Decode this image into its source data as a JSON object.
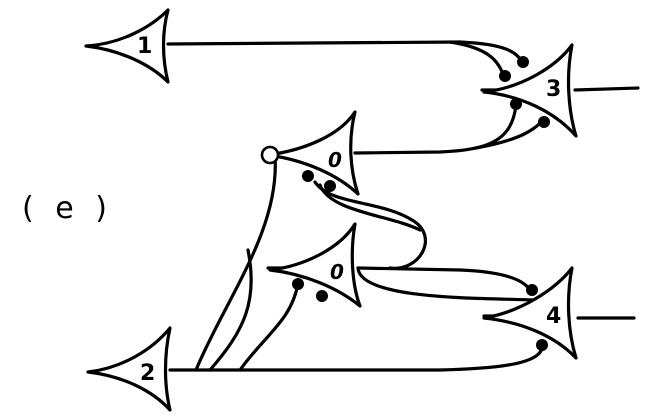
{
  "figure": {
    "panel_label": "( e )",
    "neurons": {
      "n1": "1",
      "n2": "2",
      "n3": "3",
      "n4": "4",
      "na": "0",
      "nb": "0"
    }
  }
}
